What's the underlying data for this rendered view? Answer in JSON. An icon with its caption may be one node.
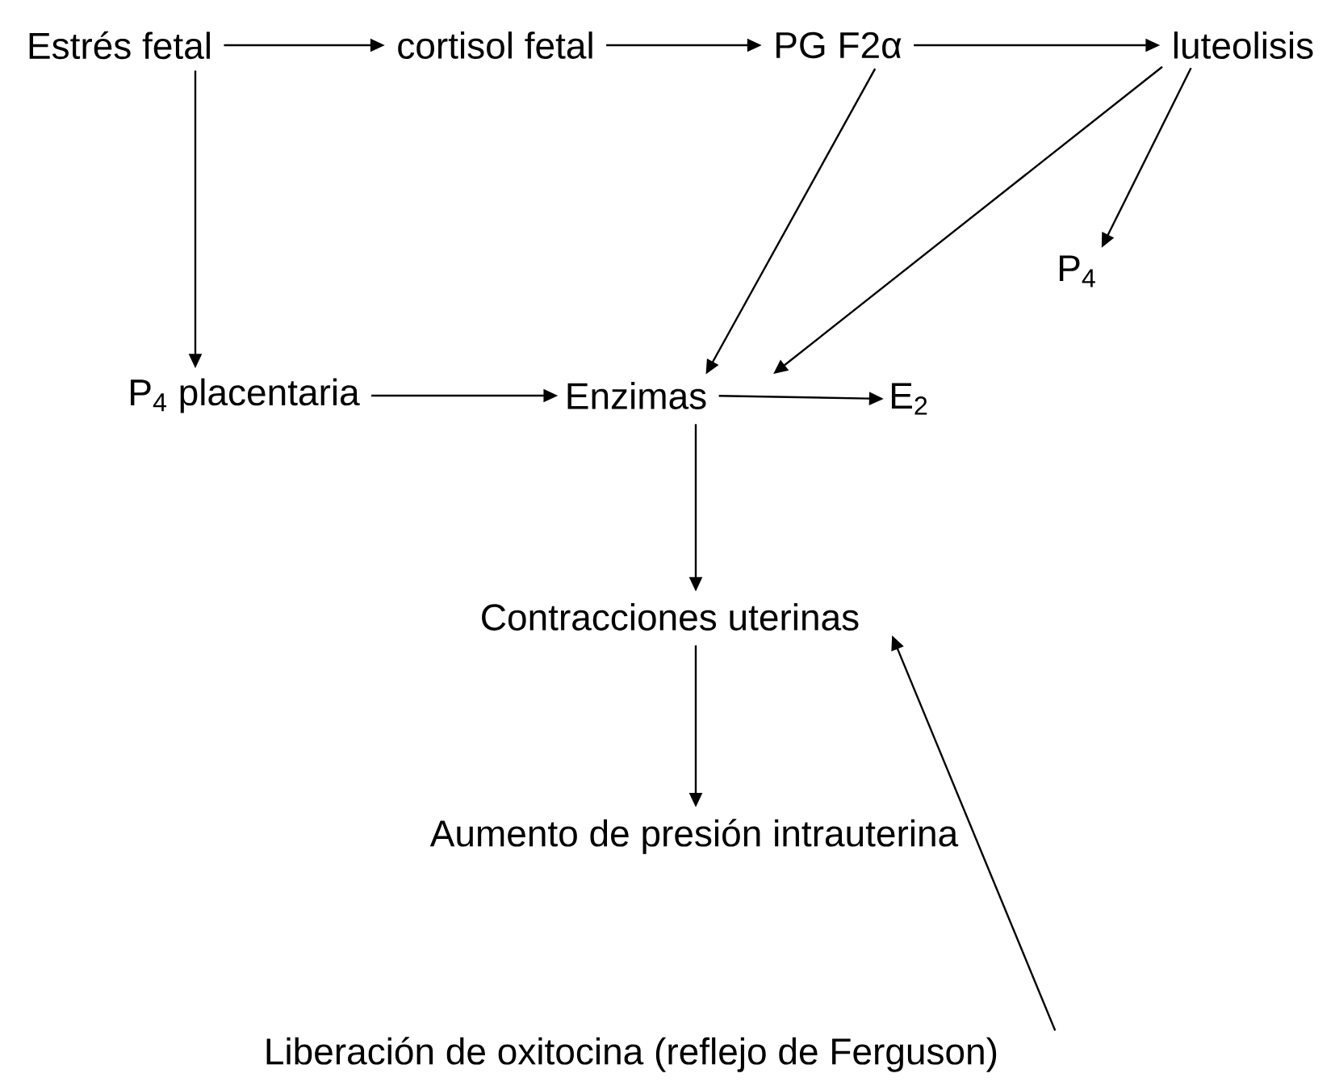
{
  "diagram": {
    "nodes": [
      {
        "text": [
          "Estrés fetal"
        ]
      },
      {
        "text": [
          "cortisol fetal"
        ]
      },
      {
        "text": [
          "PG F2α"
        ]
      },
      {
        "text": [
          "luteolisis"
        ]
      },
      {
        "text": [
          "P$_{4}$"
        ]
      },
      {
        "text": [
          "P$_{4}$ placentaria"
        ]
      },
      {
        "text": [
          "Enzimas"
        ]
      },
      {
        "text": [
          "E$_{2}$"
        ]
      },
      {
        "text": [
          "Contracciones uterinas"
        ]
      },
      {
        "text": [
          "Aumento de presión intrauterina"
        ]
      },
      {
        "text": [
          "Liberación de oxitocina (reflejo de Ferguson)"
        ]
      }
    ],
    "edges": [
      {
        "from": 0,
        "to": 1,
        "arrow": "to"
      },
      {
        "from": 1,
        "to": 2,
        "arrow": "to"
      },
      {
        "from": 2,
        "to": 3,
        "arrow": "to"
      },
      {
        "from": 3,
        "to": 4,
        "arrow": "to"
      },
      {
        "from": 0,
        "to": 5,
        "arrow": "to"
      },
      {
        "from": 5,
        "to": 6,
        "arrow": "to"
      },
      {
        "from": 2,
        "to": 6,
        "arrow": "to"
      },
      {
        "from": 3,
        "to": 6,
        "arrow": "to"
      },
      {
        "from": 6,
        "to": 7,
        "arrow": "to"
      },
      {
        "from": 6,
        "to": 8,
        "arrow": "to"
      },
      {
        "from": 8,
        "to": 9,
        "arrow": "to"
      },
      {
        "from": 10,
        "to": 8,
        "arrow": "to"
      }
    ]
  }
}
